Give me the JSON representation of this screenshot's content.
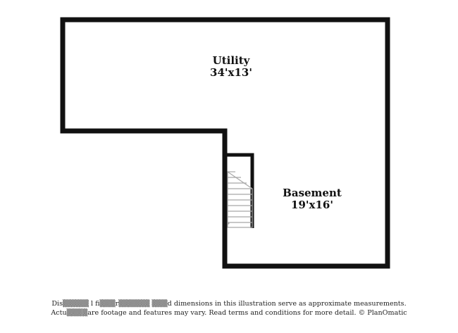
{
  "rooms": {
    "utility": {
      "name": "Utility",
      "dimensions": "34'x13'"
    },
    "basement": {
      "name": "Basement",
      "dimensions": "19'x16'"
    }
  },
  "disclaimer": {
    "line1": "Dis▒▒▒▒▒ l fi▒▒▒r▒▒▒▒▒▒ ▒▒▒d dimensions in this illustration serve as approximate measurements.",
    "line2": "Actu▒▒▒▒are footage and features may vary. Read terms and conditions for more detail. © PlanOmatic"
  },
  "colors": {
    "wall": "#111111",
    "stairs": "#a8a8a8",
    "background": "#ffffff"
  }
}
